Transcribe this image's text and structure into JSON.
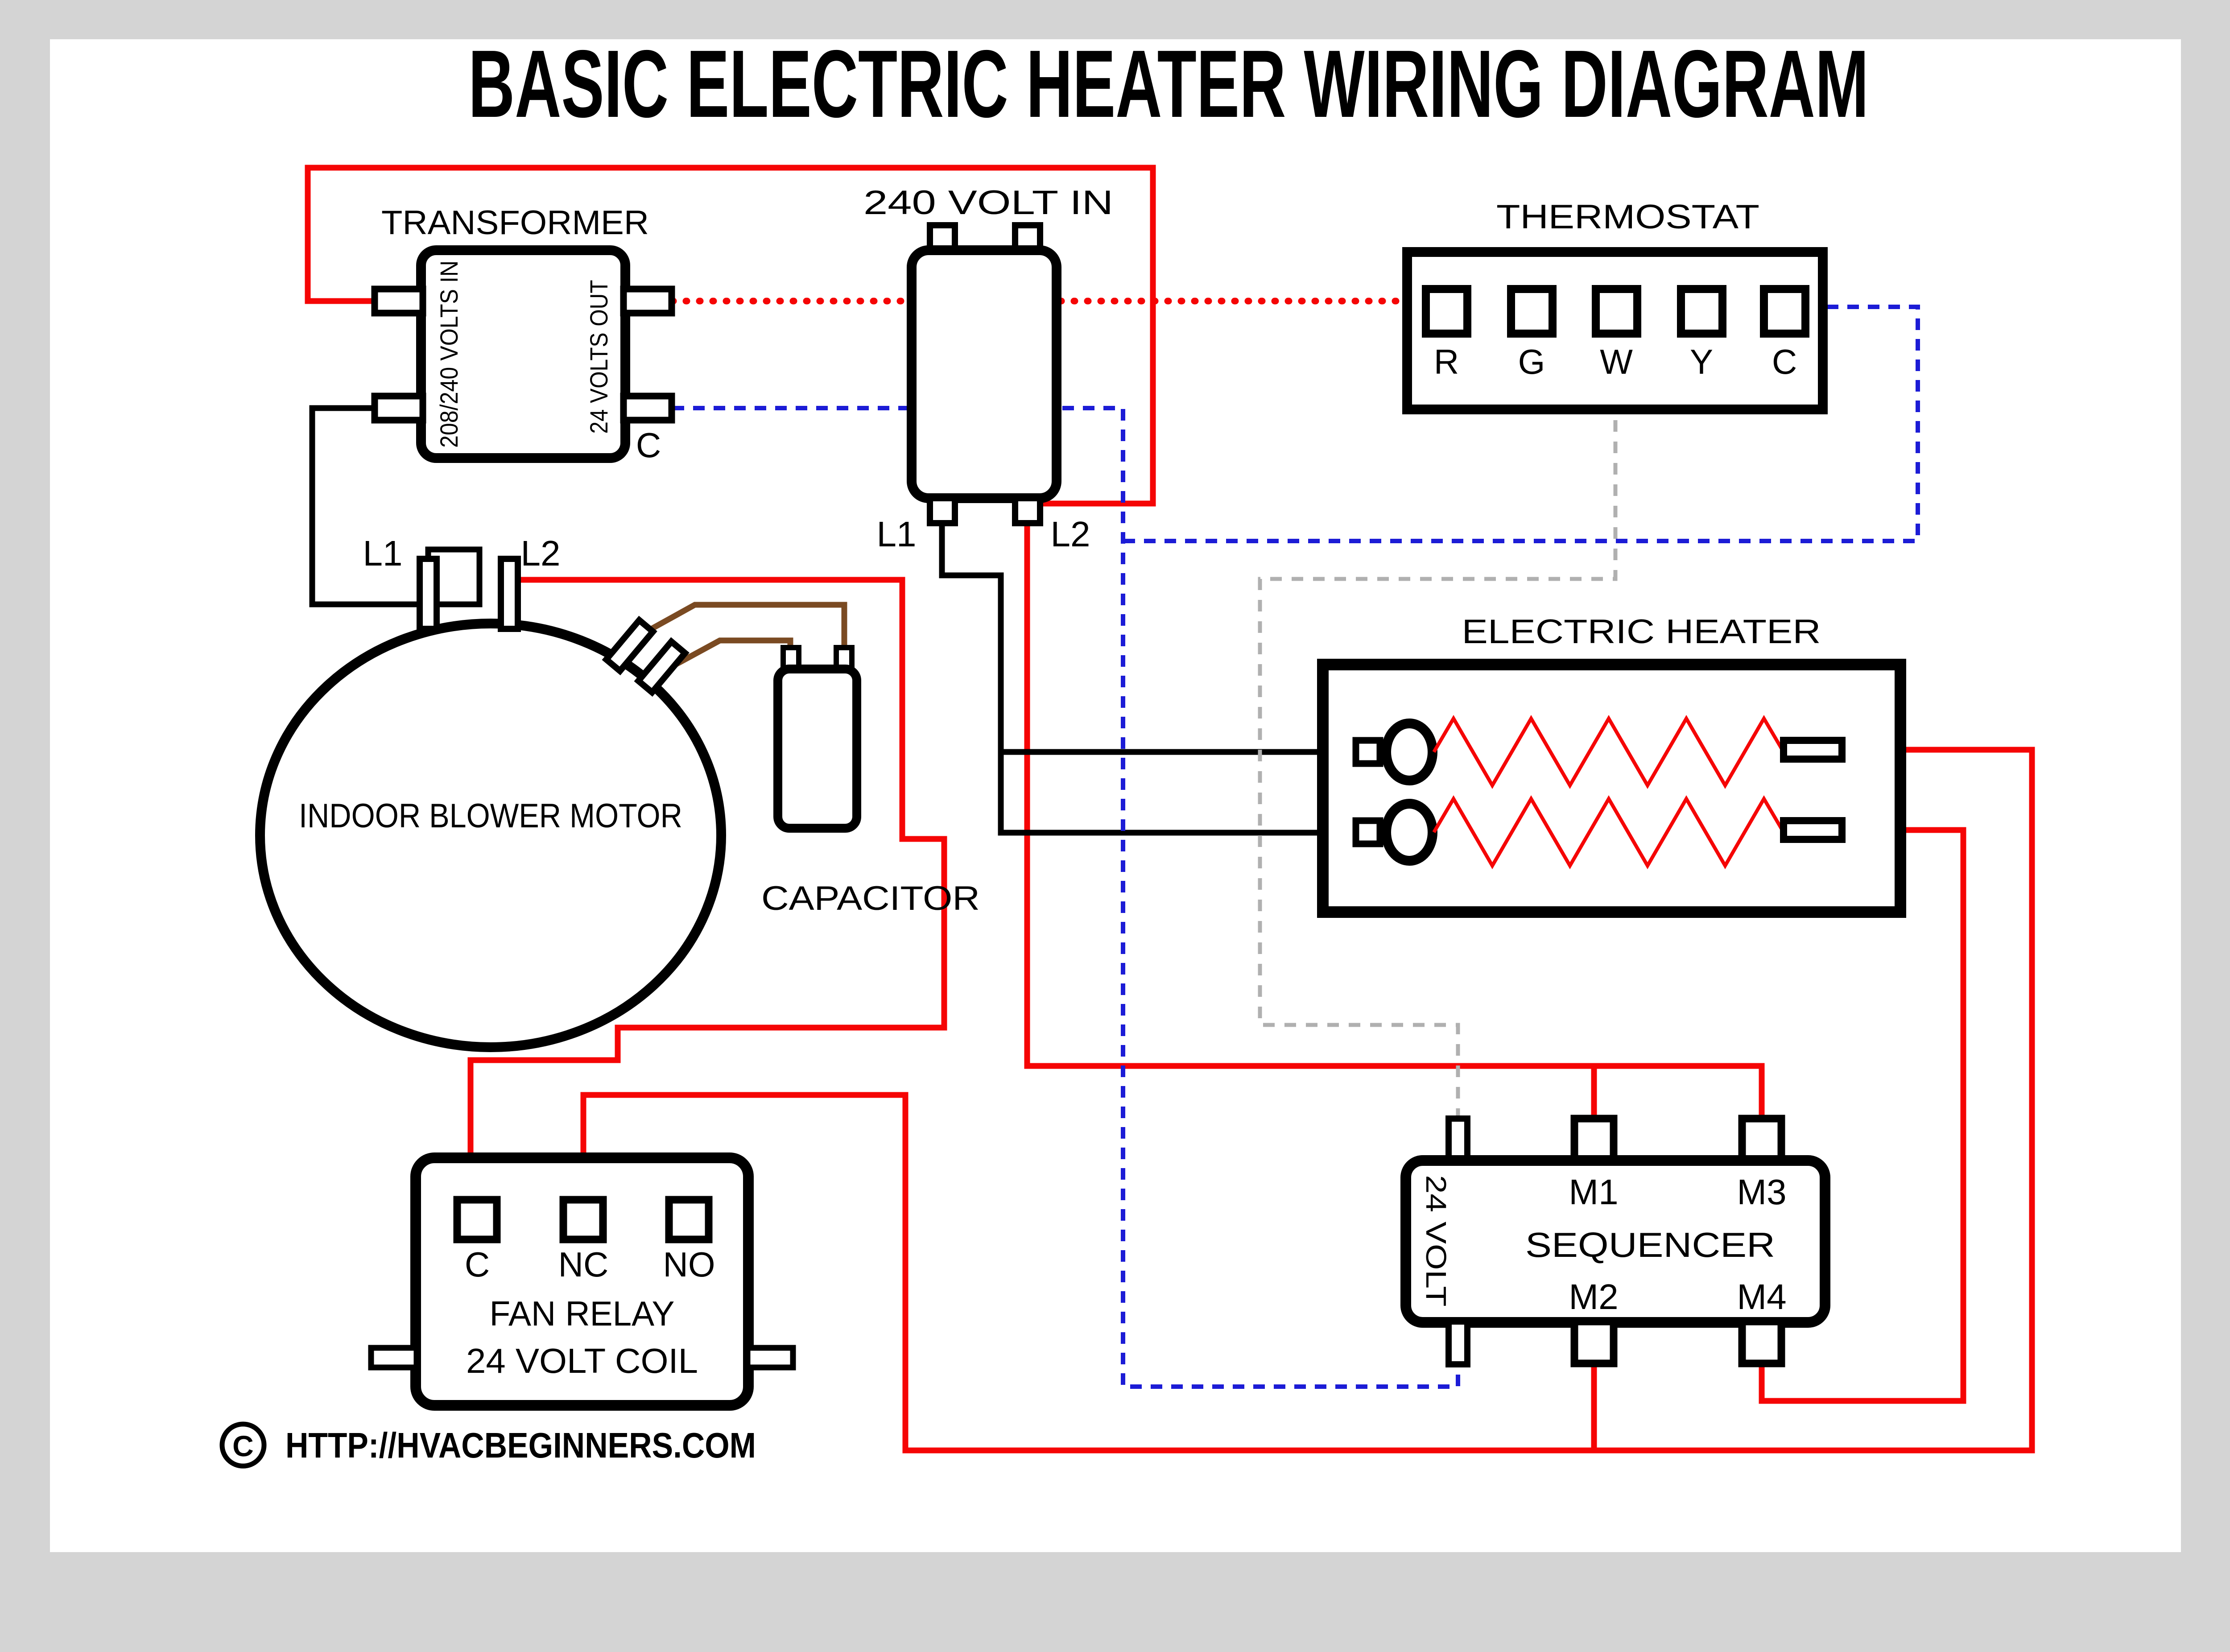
{
  "title": "BASIC ELECTRIC HEATER WIRING DIAGRAM",
  "colors": {
    "background": "#d4d4d4",
    "canvas": "#ffffff",
    "line_black": "#000000",
    "wire_red": "#f50505",
    "wire_blue": "#1c1cd6",
    "wire_gray": "#b0b0b0",
    "wire_brown": "#7a4a22"
  },
  "components": {
    "transformer": {
      "label": "TRANSFORMER",
      "input_label": "208/240 VOLTS IN",
      "output_label": "24 VOLTS OUT",
      "common_label": "C"
    },
    "volt_in": {
      "label": "240 VOLT IN",
      "l1": "L1",
      "l2": "L2"
    },
    "thermostat": {
      "label": "THERMOSTAT",
      "terminals": [
        "R",
        "G",
        "W",
        "Y",
        "C"
      ]
    },
    "heater": {
      "label": "ELECTRIC HEATER"
    },
    "motor": {
      "label": "INDOOR BLOWER MOTOR",
      "l1": "L1",
      "l2": "L2"
    },
    "capacitor": {
      "label": "CAPACITOR"
    },
    "fan_relay": {
      "line1": "FAN RELAY",
      "line2": "24 VOLT COIL",
      "terminals": [
        "C",
        "NC",
        "NO"
      ]
    },
    "sequencer": {
      "label": "SEQUENCER",
      "volt_label": "24 VOLT",
      "m1": "M1",
      "m2": "M2",
      "m3": "M3",
      "m4": "M4"
    },
    "footer": {
      "copyright_symbol": "C",
      "url": "HTTP://HVACBEGINNERS.COM"
    }
  }
}
